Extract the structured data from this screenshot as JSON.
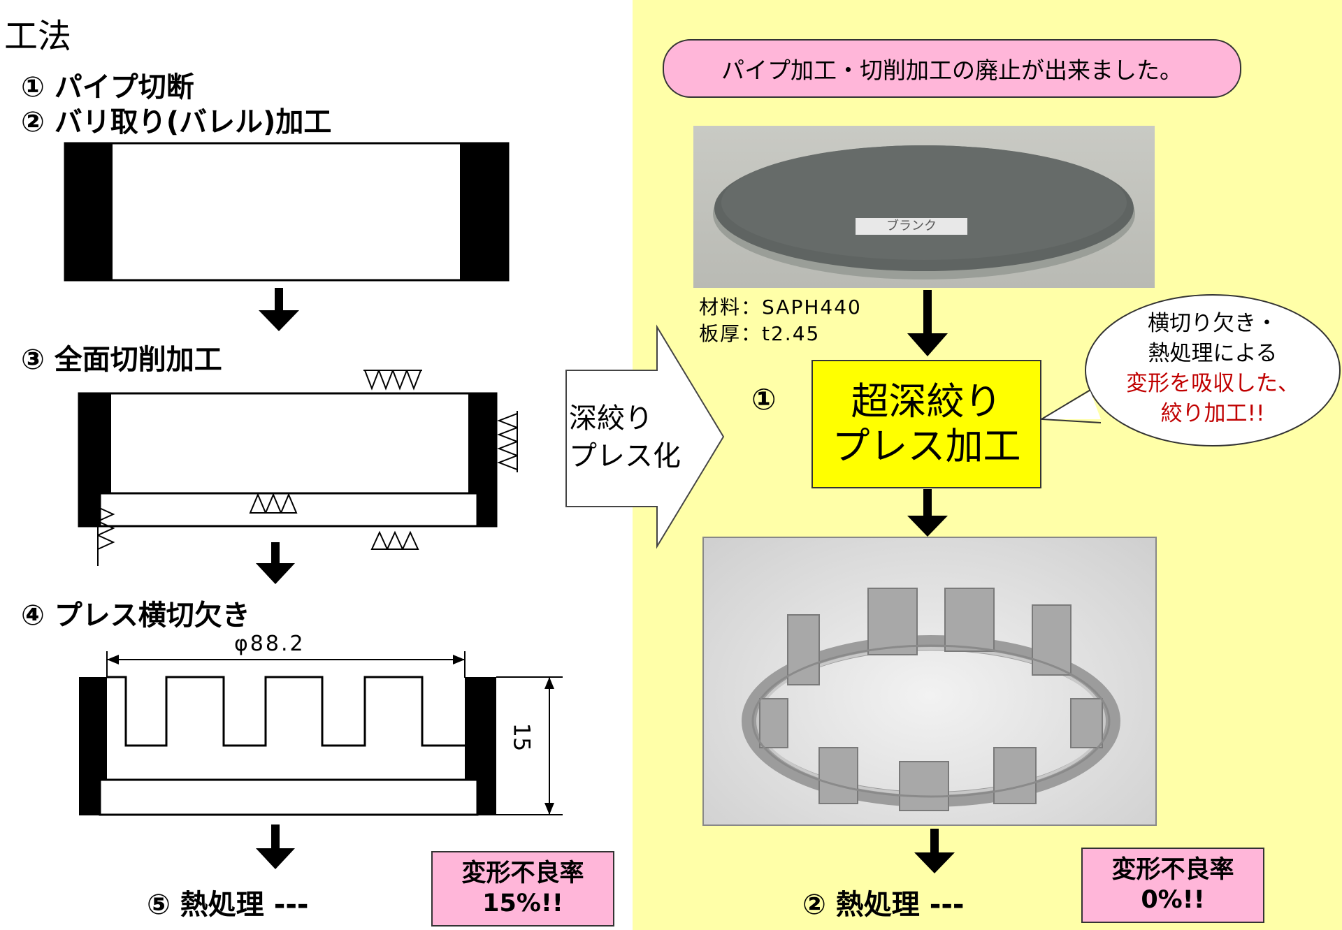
{
  "title": "工法",
  "left": {
    "step1": "① パイプ切断",
    "step2": "② バリ取り(バレル)加工",
    "step3": "③ 全面切削加工",
    "step4": "④ プレス横切欠き",
    "dim_diameter": "φ88.2",
    "dim_height": "15",
    "step5": "⑤ 熱処理 ---",
    "defect_label": "変形不良率",
    "defect_value": "15%!!"
  },
  "transition_label_1": "深絞り",
  "transition_label_2": "プレス化",
  "right": {
    "banner": "パイプ加工・切削加工の廃止が出来ました。",
    "blank_label": "ブランク",
    "material": "材料：SAPH440",
    "thickness": "板厚：t2.45",
    "step1_num": "①",
    "process_line1": "超深絞り",
    "process_line2": "プレス加工",
    "callout_line1": "横切り欠き・",
    "callout_line2": "熱処理による",
    "callout_line3": "変形を吸収した、",
    "callout_line4": "絞り加工!!",
    "step2": "② 熱処理 ---",
    "defect_label": "変形不良率",
    "defect_value": "0%!!"
  },
  "colors": {
    "panel": "#ffffa8",
    "pink": "#ffb6d9",
    "highlight": "#ffff00",
    "callout_red": "#c00000"
  }
}
